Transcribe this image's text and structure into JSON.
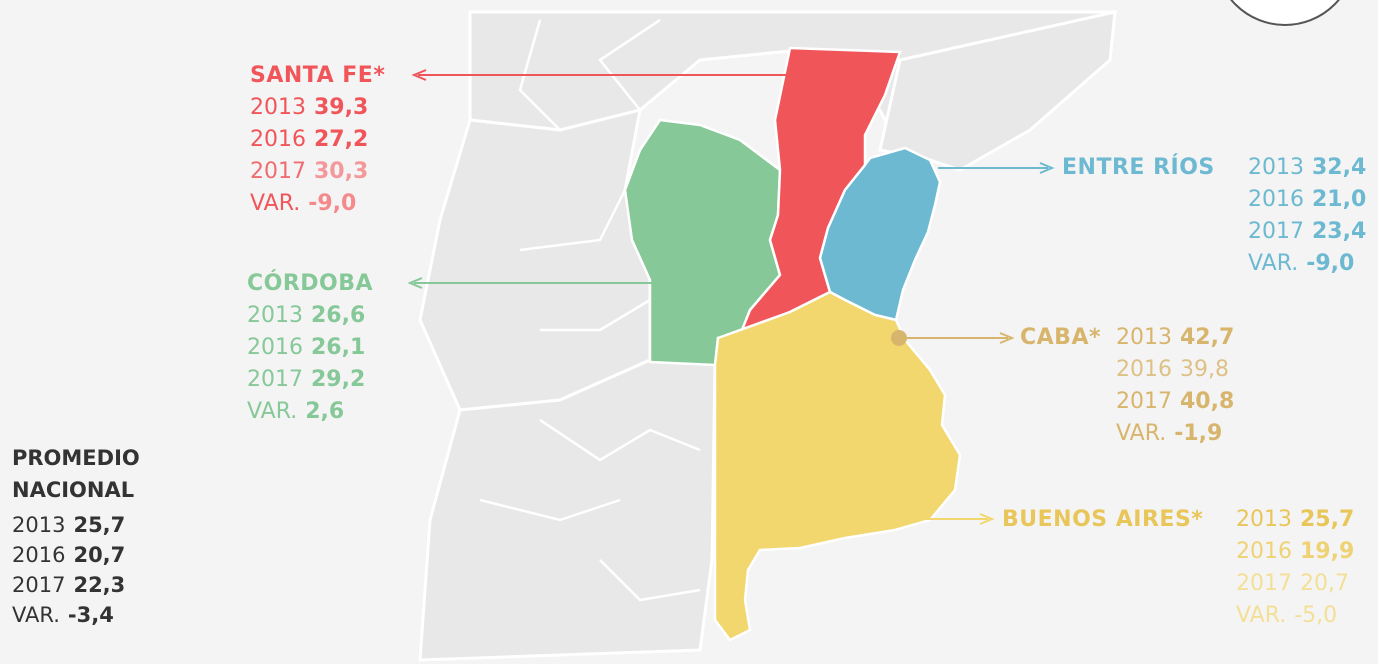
{
  "colors": {
    "santa_fe": "#f0555a",
    "cordoba": "#86c897",
    "entre_rios": "#6cb9d1",
    "caba": "#d8b56c",
    "buenos_aires": "#f2d66e",
    "background": "#f4f4f4",
    "neighbor": "#e6e6e6",
    "border": "#ffffff"
  },
  "provinces": {
    "santa_fe": {
      "name": "SANTA FE*",
      "rows": [
        {
          "year": "2013",
          "value": "39,3"
        },
        {
          "year": "2016",
          "value": "27,2"
        },
        {
          "year": "2017",
          "value": "30,3"
        },
        {
          "year": "VAR.",
          "value": "-9,0"
        }
      ]
    },
    "cordoba": {
      "name": "CÓRDOBA",
      "rows": [
        {
          "year": "2013",
          "value": "26,6"
        },
        {
          "year": "2016",
          "value": "26,1"
        },
        {
          "year": "2017",
          "value": "29,2"
        },
        {
          "year": "VAR.",
          "value": "2,6"
        }
      ]
    },
    "entre_rios": {
      "name": "ENTRE RÍOS",
      "rows": [
        {
          "year": "2013",
          "value": "32,4"
        },
        {
          "year": "2016",
          "value": "21,0"
        },
        {
          "year": "2017",
          "value": "23,4"
        },
        {
          "year": "VAR.",
          "value": "-9,0"
        }
      ]
    },
    "caba": {
      "name": "CABA*",
      "rows": [
        {
          "year": "2013",
          "value": "42,7"
        },
        {
          "year": "2016",
          "value": "39,8"
        },
        {
          "year": "2017",
          "value": "40,8"
        },
        {
          "year": "VAR.",
          "value": "-1,9"
        }
      ]
    },
    "buenos_aires": {
      "name": "BUENOS AIRES*",
      "rows": [
        {
          "year": "2013",
          "value": "25,7"
        },
        {
          "year": "2016",
          "value": "19,9"
        },
        {
          "year": "2017",
          "value": "20,7"
        },
        {
          "year": "VAR.",
          "value": "-5,0"
        }
      ]
    }
  },
  "national": {
    "title_line1": "PROMEDIO",
    "title_line2": "NACIONAL",
    "rows": [
      {
        "year": "2013",
        "value": "25,7"
      },
      {
        "year": "2016",
        "value": "20,7"
      },
      {
        "year": "2017",
        "value": "22,3"
      },
      {
        "year": "VAR.",
        "value": "-3,4"
      }
    ]
  }
}
